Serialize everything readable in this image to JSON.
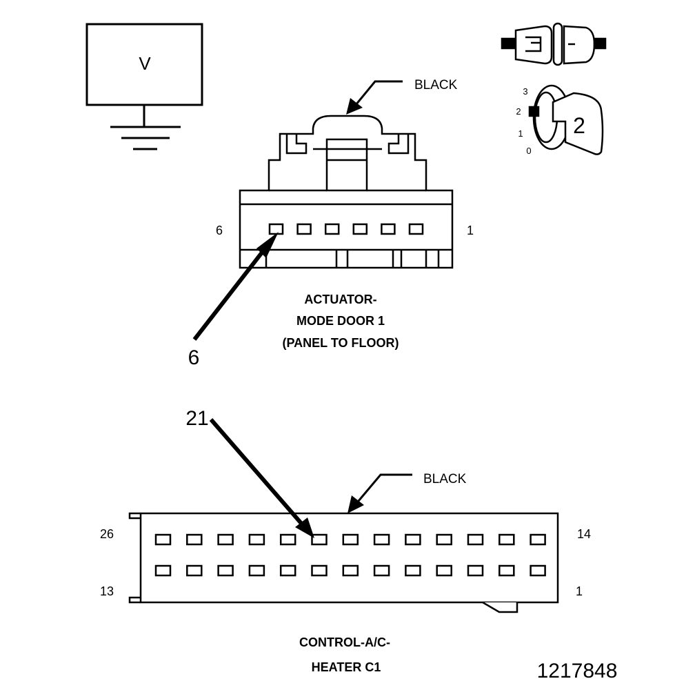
{
  "meter": {
    "symbol": "V"
  },
  "ignition": {
    "positions": [
      "3",
      "2",
      "1",
      "0"
    ],
    "setting": "2"
  },
  "actuator": {
    "color": "BLACK",
    "pin_left": "6",
    "pin_right": "1",
    "title_line1": "ACTUATOR-",
    "title_line2": "MODE DOOR 1",
    "title_line3": "(PANEL TO FLOOR)",
    "probe_pin": "6",
    "cavity_count": 6
  },
  "control": {
    "color": "BLACK",
    "top_left": "26",
    "top_right": "14",
    "bottom_left": "13",
    "bottom_right": "1",
    "title_line1": "CONTROL-A/C-",
    "title_line2": "HEATER C1",
    "probe_pin": "21",
    "cavities_per_row": 13
  },
  "figure_id": "1217848"
}
